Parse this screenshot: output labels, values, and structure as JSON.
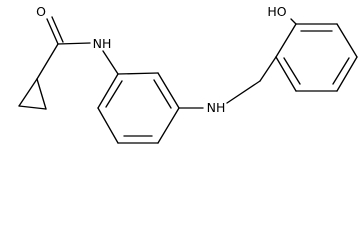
{
  "molecule": {
    "atoms": {
      "oxygen_carbonyl": "O",
      "amide_nh": "NH",
      "amine_nh": "NH",
      "hydroxyl": "HO"
    }
  }
}
